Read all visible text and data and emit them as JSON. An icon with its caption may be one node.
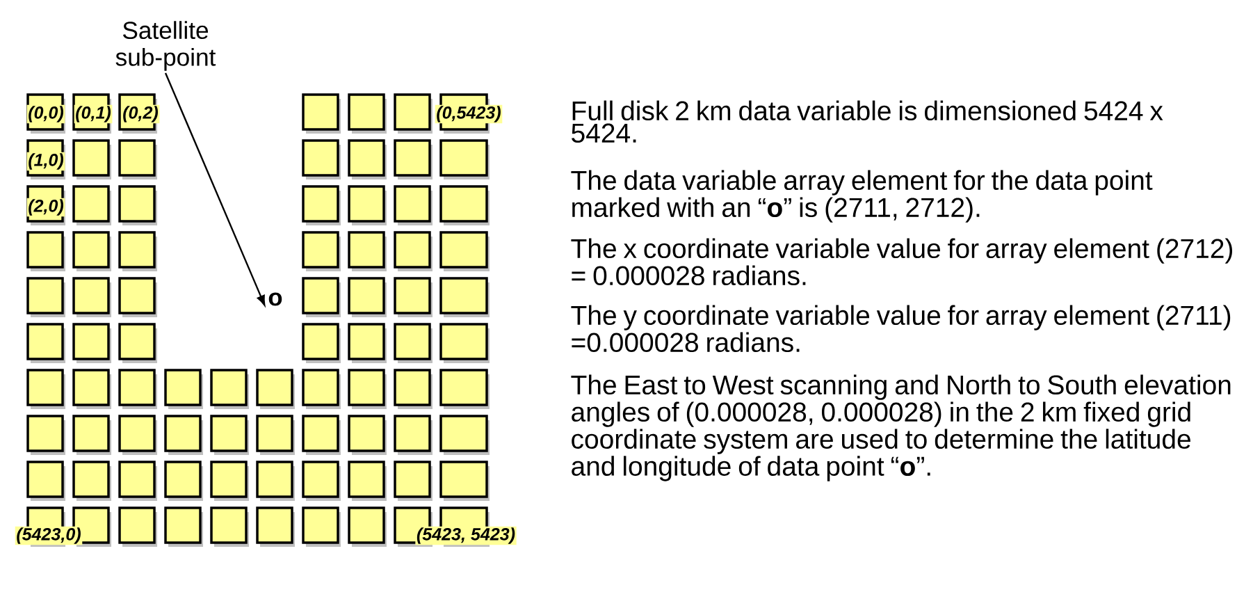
{
  "diagram": {
    "nodes": [
      {
        "text": [
          "Satellite sub-point"
        ]
      },
      {
        "text": [
          "o"
        ]
      }
    ],
    "edges": [
      {
        "from": 0,
        "to": 1,
        "arrow": "to"
      }
    ],
    "labels": [
      "(0,0)",
      "(0,1)",
      "(0,2)",
      "(0,5423)",
      "(1,0)",
      "(2,0)",
      "(5423,0)",
      "(5423, 5423)",
      "Full disk 2 km data variable is dimensioned 5424 x 5424.",
      "The data variable array element for the data point marked with an “**o**” is (2711, 2712).",
      "The x coordinate variable value for array element (2712) = 0.000028 radians.",
      "The y coordinate variable value for array element (2711) =0.000028 radians.",
      "The East to West scanning and North to South elevation angles of (0.000028, 0.000028) in the 2 km fixed grid coordinate system are used to determine the latitude and longitude of data point “**o**”."
    ]
  }
}
